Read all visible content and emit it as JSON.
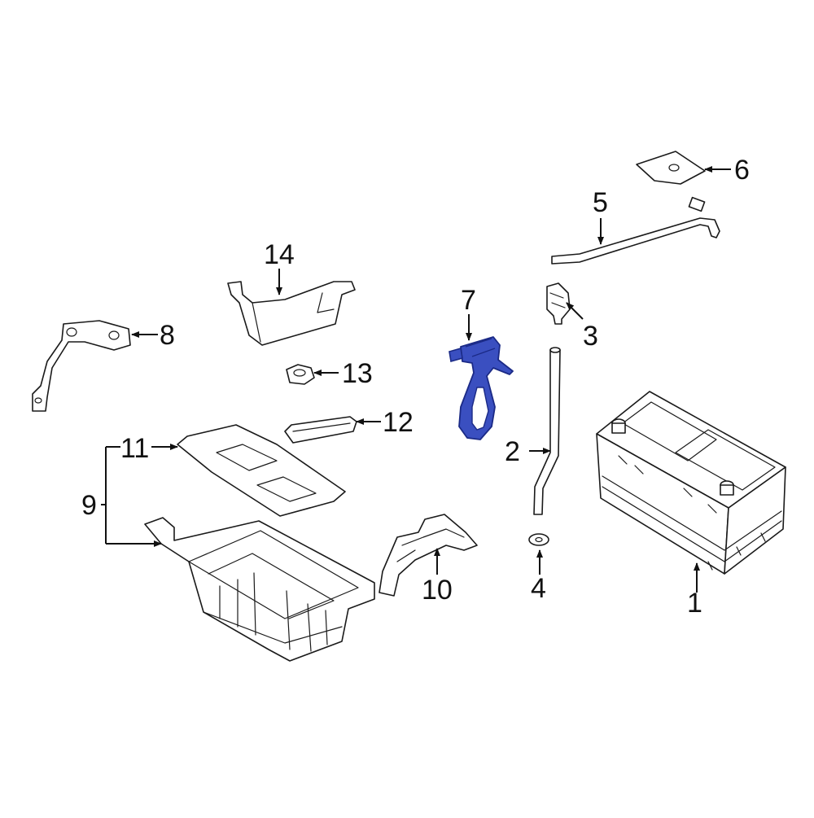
{
  "diagram": {
    "colors": {
      "line": "#1a1a1a",
      "highlight_fill": "#3a4fc0",
      "highlight_stroke": "#1b2a86",
      "background": "#ffffff"
    },
    "callouts": {
      "c1": "1",
      "c2": "2",
      "c3": "3",
      "c4": "4",
      "c5": "5",
      "c6": "6",
      "c7": "7",
      "c8": "8",
      "c9": "9",
      "c10": "10",
      "c11": "11",
      "c12": "12",
      "c13": "13",
      "c14": "14"
    },
    "highlighted_part": "7"
  }
}
